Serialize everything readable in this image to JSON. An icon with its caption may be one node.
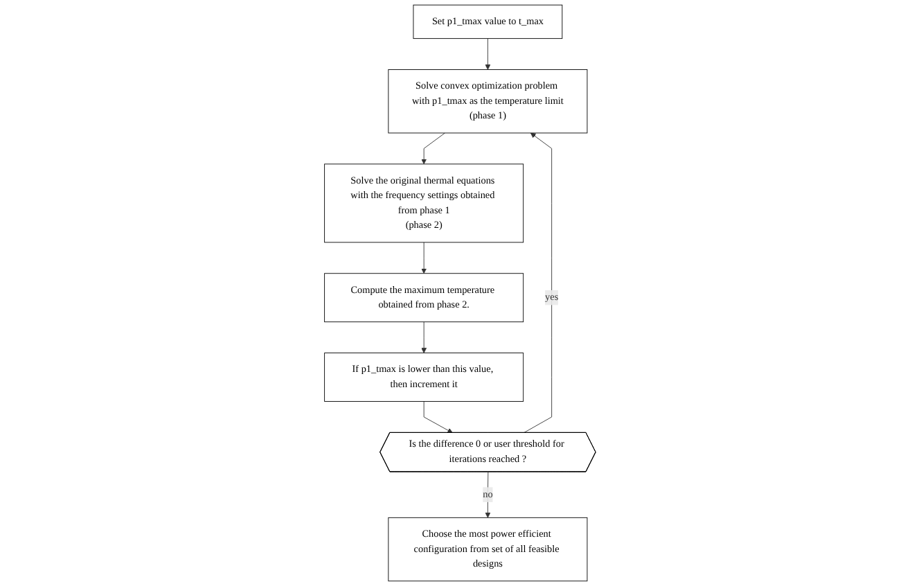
{
  "diagram": {
    "nodes": [
      {
        "text": [
          "Set p1_tmax value to t_max"
        ]
      },
      {
        "text": [
          "Solve convex optimization problem with p1_tmax as the temperature limit",
          "(phase 1)"
        ]
      },
      {
        "text": [
          "Solve the original thermal equations with the frequency settings obtained from phase 1",
          "(phase 2)"
        ]
      },
      {
        "text": [
          "Compute the maximum temperature obtained from phase 2."
        ]
      },
      {
        "text": [
          "If p1_tmax is lower than this value, then increment it"
        ]
      },
      {
        "text": [
          "Is the difference 0 or user threshold for iterations reached ?"
        ]
      },
      {
        "text": [
          "Choose the most power efficient configuration from set of all feasible designs"
        ]
      }
    ],
    "edges": [
      {
        "from": 0,
        "to": 1,
        "arrow": "to"
      },
      {
        "from": 1,
        "to": 2,
        "arrow": "to"
      },
      {
        "from": 2,
        "to": 3,
        "arrow": "to"
      },
      {
        "from": 3,
        "to": 4,
        "arrow": "to"
      },
      {
        "from": 4,
        "to": 5,
        "arrow": "to"
      },
      {
        "from": 5,
        "to": 1,
        "arrow": "to",
        "label": "yes"
      },
      {
        "from": 5,
        "to": 6,
        "arrow": "to",
        "label": "no"
      }
    ]
  }
}
